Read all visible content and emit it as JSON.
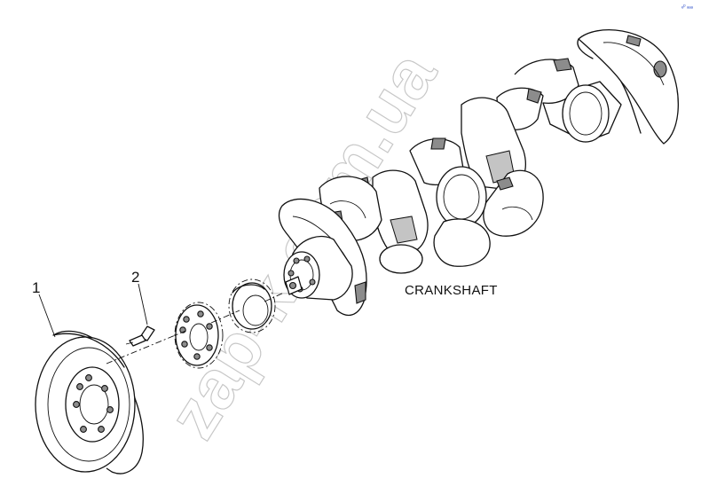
{
  "labels": {
    "callout_1": "1",
    "callout_2": "2",
    "part_name": "CRANKSHAFT"
  },
  "watermark": "zap-k.com.ua",
  "corner_mark": "ₑᵖ ₐₐₐ"
}
